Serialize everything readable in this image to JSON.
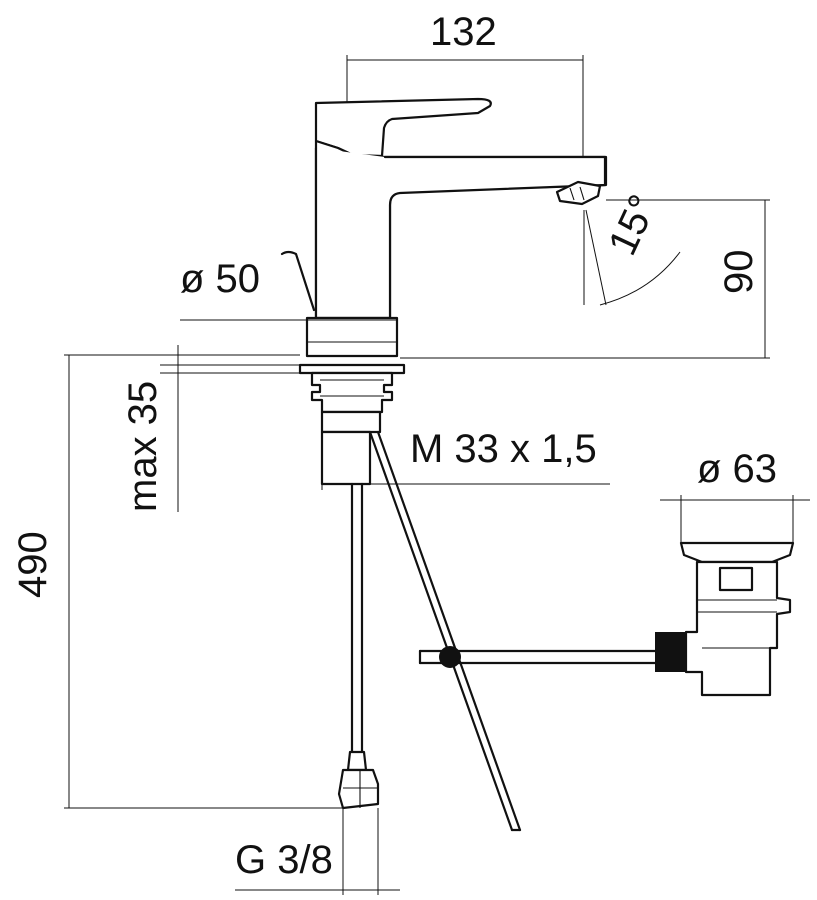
{
  "dimensions": {
    "faucet_projection": "132",
    "spout_height": "90",
    "spout_angle": "15°",
    "base_diameter": "ø 50",
    "max_deck_thickness": "max 35",
    "thread_size": "M 33 x 1,5",
    "waste_diameter": "ø 63",
    "hose_length": "490",
    "hose_connection": "G 3/8"
  },
  "colors": {
    "line": "#111111",
    "background": "#ffffff"
  }
}
